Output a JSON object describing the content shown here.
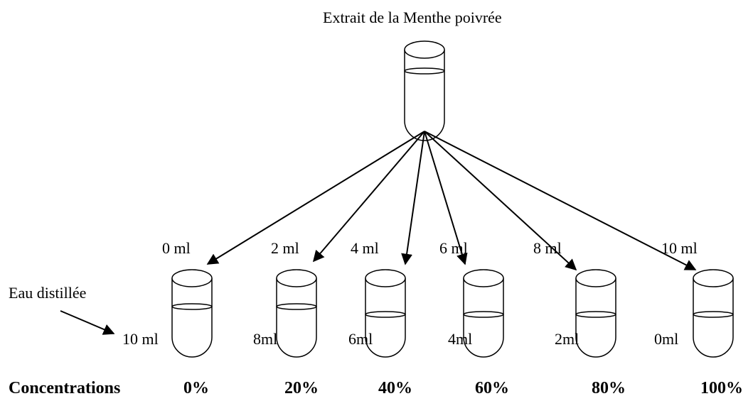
{
  "diagram": {
    "title": "Extrait de la Menthe poivrée",
    "water_label": "Eau distillée",
    "concentrations_label": "Concentrations",
    "tubes": [
      {
        "extract": "0 ml",
        "water": "10 ml",
        "concentration": "0%"
      },
      {
        "extract": "2 ml",
        "water": "8ml",
        "concentration": "20%"
      },
      {
        "extract": "4 ml",
        "water": "6ml",
        "concentration": "40%"
      },
      {
        "extract": "6 ml",
        "water": "4ml",
        "concentration": "60%"
      },
      {
        "extract": "8 ml",
        "water": "2ml",
        "concentration": "80%"
      },
      {
        "extract": "10 ml",
        "water": "0ml",
        "concentration": "100%"
      }
    ]
  }
}
